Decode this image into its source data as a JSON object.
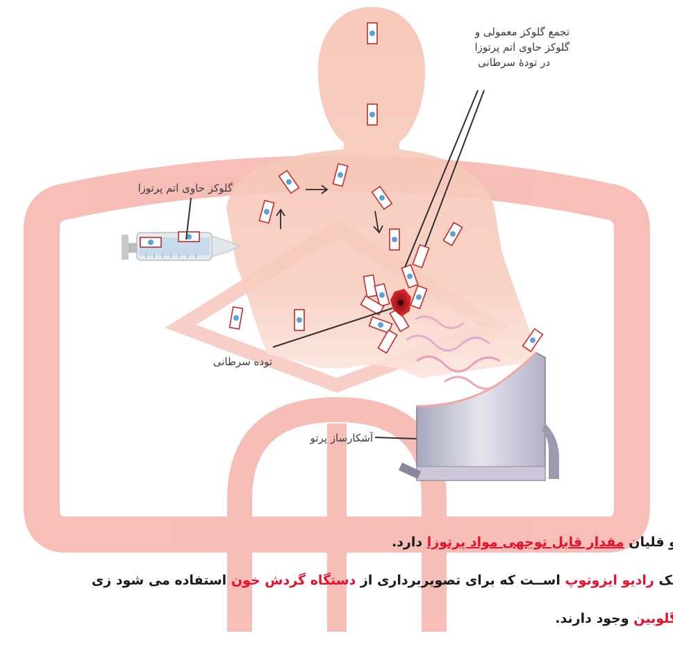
{
  "colors": {
    "watermark": "#f29b8f",
    "body": "#f6c9bc",
    "tumor": "#d8262f",
    "marker_dot": "#5aa2d8",
    "highlight": "#e8112d",
    "detector": "#c7c4d6"
  },
  "labels": {
    "glucose_cluster": [
      "تجمع گلوکز معمولی و",
      "گلوکز حاوی اتم پرتوزا",
      "در تودۀ سرطانی"
    ],
    "glucose_radioactive": "گلوکز حاوی اتم پرتوزا",
    "tumor_mass": "توده سرطانی",
    "radiation_detector": "آشکارساز پرتو"
  },
  "text_lines": {
    "line1": {
      "before": "",
      "first": "و قلیان",
      "highlight": "مقدار قابل توجهی مواد پرتوزا",
      "after": "دارد."
    },
    "line2": {
      "prefix": "یک",
      "hl1": "رادیو ایزوتوپ",
      "middle": "اســت که برای تصویربرداری از",
      "hl2": "دستگاه گردش خون",
      "suffix": "استفاده  می شود زی"
    },
    "line3": {
      "hl": "گلوبین",
      "rest": "وجود دارند."
    }
  },
  "icons": [
    "syringe-icon",
    "arrow-right-icon",
    "arrow-up-icon",
    "arrow-down-icon",
    "tumor-icon",
    "watermark-logo"
  ]
}
